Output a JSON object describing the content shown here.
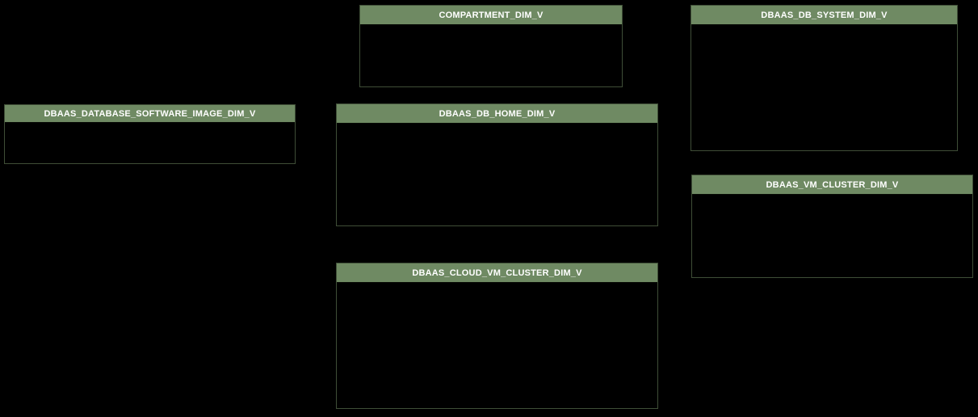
{
  "diagram": {
    "background_color": "#000000",
    "header_color": "#6f8a63",
    "header_text_color": "#ffffff",
    "border_color": "#3f4e37",
    "entities": [
      {
        "label": "COMPARTMENT_DIM_V"
      },
      {
        "label": "DBAAS_DB_SYSTEM_DIM_V"
      },
      {
        "label": "DBAAS_DATABASE_SOFTWARE_IMAGE_DIM_V"
      },
      {
        "label": "DBAAS_DB_HOME_DIM_V"
      },
      {
        "label": "DBAAS_VM_CLUSTER_DIM_V"
      },
      {
        "label": "DBAAS_CLOUD_VM_CLUSTER_DIM_V"
      }
    ]
  }
}
